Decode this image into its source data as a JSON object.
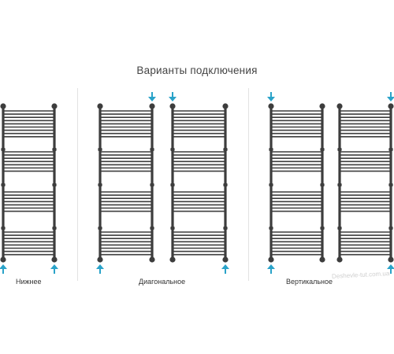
{
  "title": "Варианты подключения",
  "labels": {
    "bottom": "Нижнее",
    "diagonal": "Диагональное",
    "vertical": "Вертикальное"
  },
  "watermark": "Deshevle-tut.com.ua",
  "colors": {
    "rail": "#3d3d3d",
    "arrow": "#2aa3c9",
    "title": "#444444",
    "divider": "#e2e2e2"
  }
}
